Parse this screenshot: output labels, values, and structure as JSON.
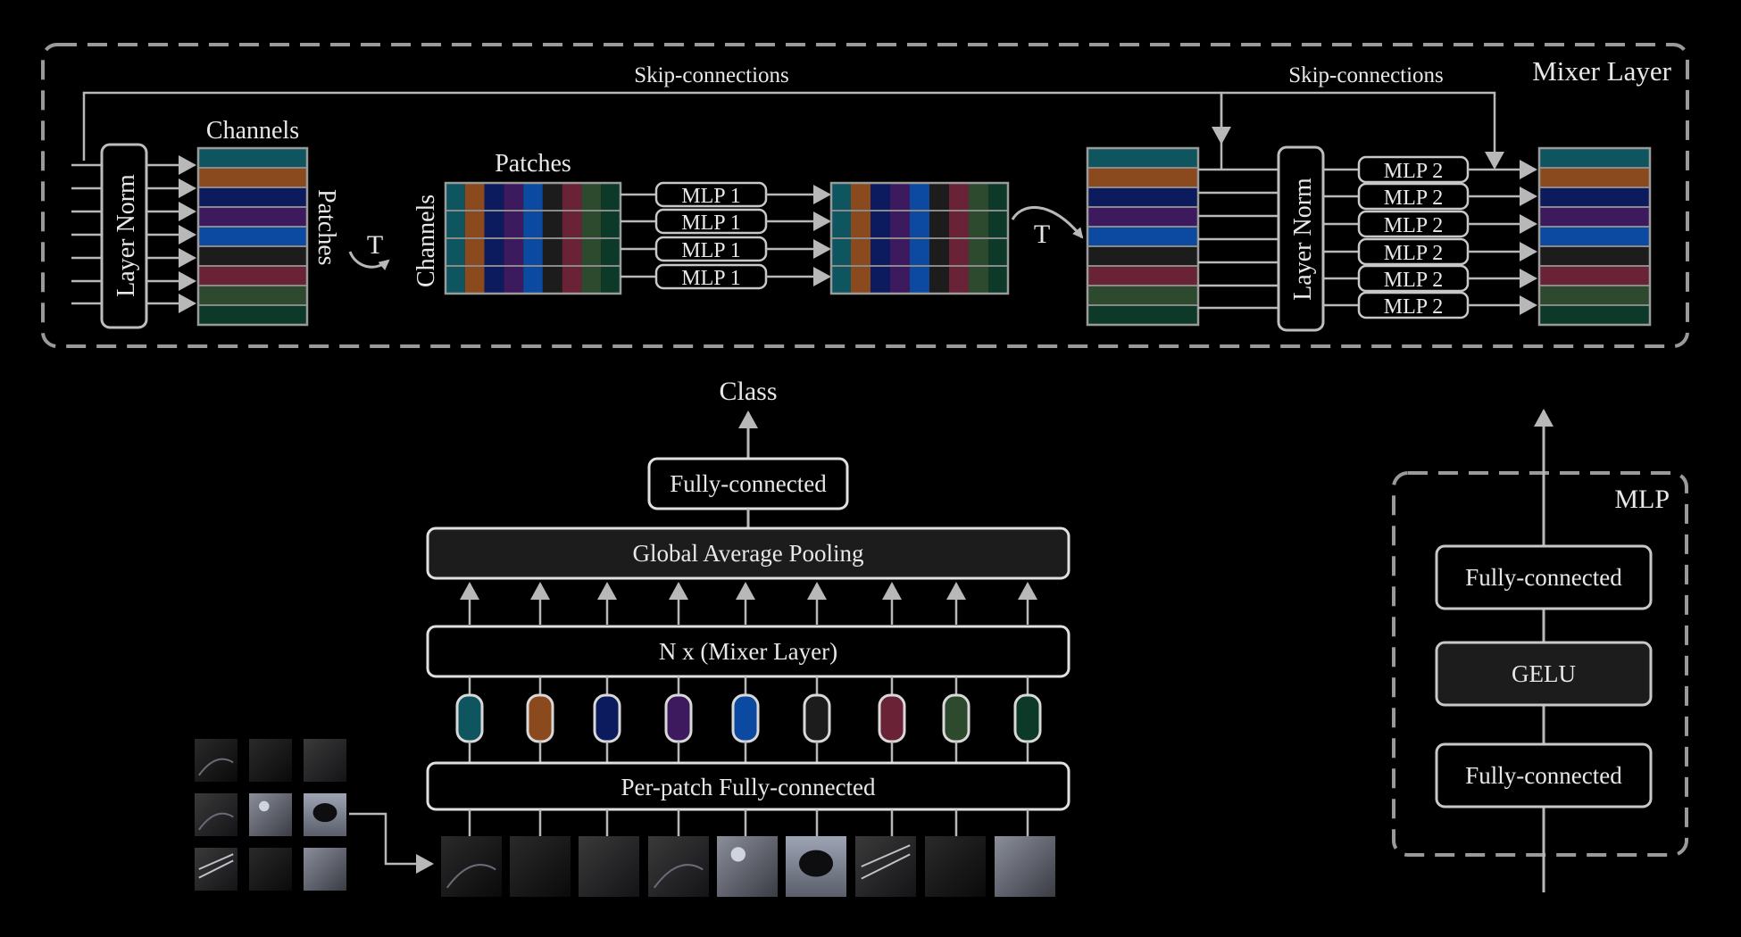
{
  "mixer_layer": {
    "title": "Mixer Layer",
    "skip_label_1": "Skip-connections",
    "skip_label_2": "Skip-connections",
    "layer_norm_1": "Layer Norm",
    "layer_norm_2": "Layer Norm",
    "channels_label": "Channels",
    "patches_label_vertical": "Patches",
    "patches_label": "Patches",
    "channels_label_vertical": "Channels",
    "transpose_1": "T",
    "transpose_2": "T",
    "mlp1_labels": [
      "MLP 1",
      "MLP 1",
      "MLP 1",
      "MLP 1"
    ],
    "mlp2_labels": [
      "MLP 2",
      "MLP 2",
      "MLP 2",
      "MLP 2",
      "MLP 2",
      "MLP 2"
    ]
  },
  "main_pipeline": {
    "class_label": "Class",
    "fully_connected": "Fully-connected",
    "global_avg_pooling": "Global Average Pooling",
    "mixer_stack": "N x (Mixer Layer)",
    "per_patch_fc": "Per-patch Fully-connected"
  },
  "mlp_block": {
    "title": "MLP",
    "fc_top": "Fully-connected",
    "activation": "GELU",
    "fc_bottom": "Fully-connected"
  },
  "token_colors": [
    "#0f5560",
    "#8a4a1e",
    "#0c1a5e",
    "#3d1a5e",
    "#0b4aa0",
    "#1c1c1c",
    "#6a2336",
    "#2e4a2e",
    "#0d3a28"
  ],
  "image_patches": [
    "patch-1",
    "patch-2",
    "patch-3",
    "patch-4",
    "patch-5",
    "patch-6",
    "patch-7",
    "patch-8",
    "patch-9"
  ]
}
